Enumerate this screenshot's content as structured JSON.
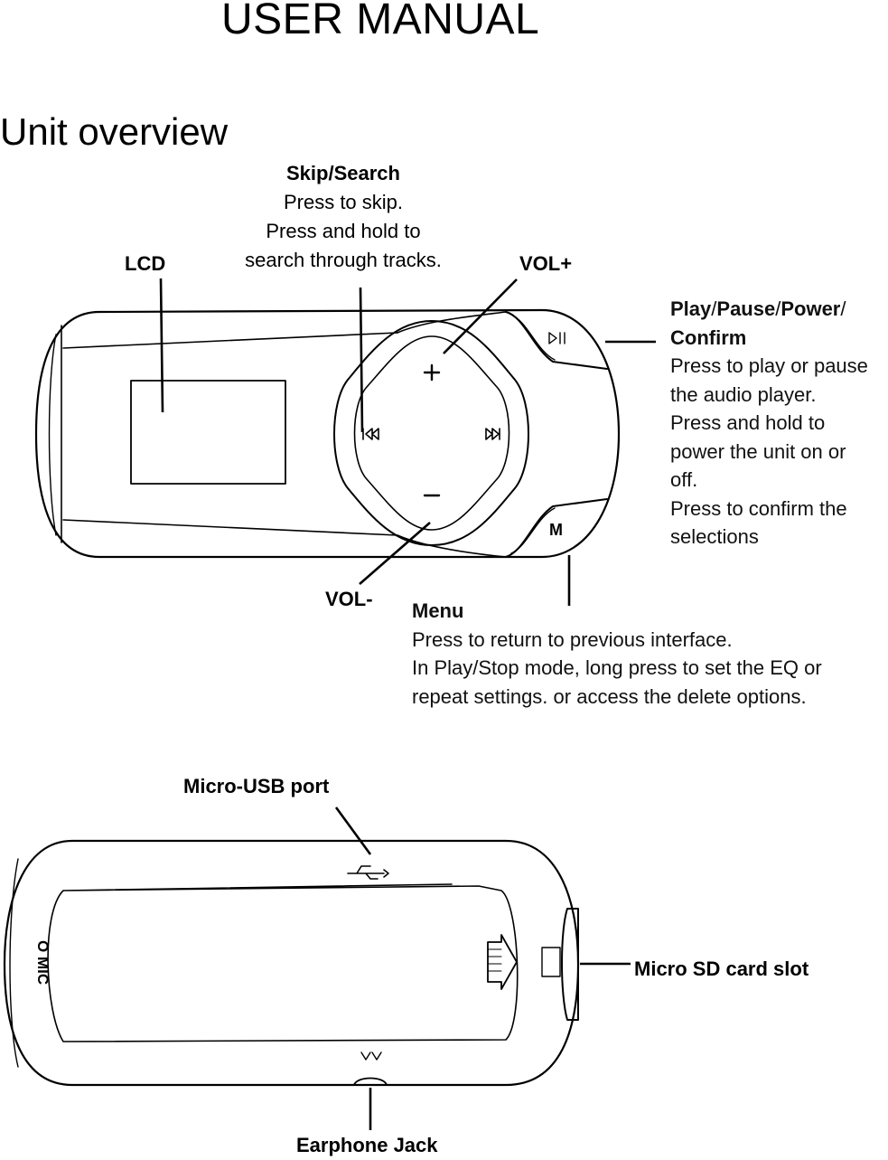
{
  "header": {
    "title": "USER MANUAL",
    "section": "Unit overview"
  },
  "front": {
    "lcd_label": "LCD",
    "skip": {
      "title_a": "Skip",
      "sep": "/",
      "title_b": "Search",
      "line1": "Press to skip.",
      "line2": "Press and hold to",
      "line3": "search through tracks."
    },
    "vol_plus": "VOL+",
    "vol_minus": "VOL-",
    "play": {
      "t1": "Play",
      "s1": "/",
      "t2": "Pause",
      "s2": "/",
      "t3": "Power",
      "s3": "/",
      "t4": "Confirm",
      "lines": [
        "Press to play or pause",
        "the audio player.",
        "Press and hold to",
        "power the unit on or",
        "off.",
        "Press to confirm the",
        "selections"
      ]
    },
    "menu": {
      "title": "Menu",
      "lines": [
        "Press to return to previous interface.",
        "In Play/Stop mode, long press to set the EQ or",
        "repeat settings. or access the delete options."
      ]
    },
    "button_m_glyph": "M",
    "plus_glyph": "+",
    "minus_glyph": "−"
  },
  "back": {
    "usb_label": "Micro-USB port",
    "sd_label": "Micro SD card slot",
    "jack_label": "Earphone Jack",
    "mic_label": "O MIC"
  }
}
